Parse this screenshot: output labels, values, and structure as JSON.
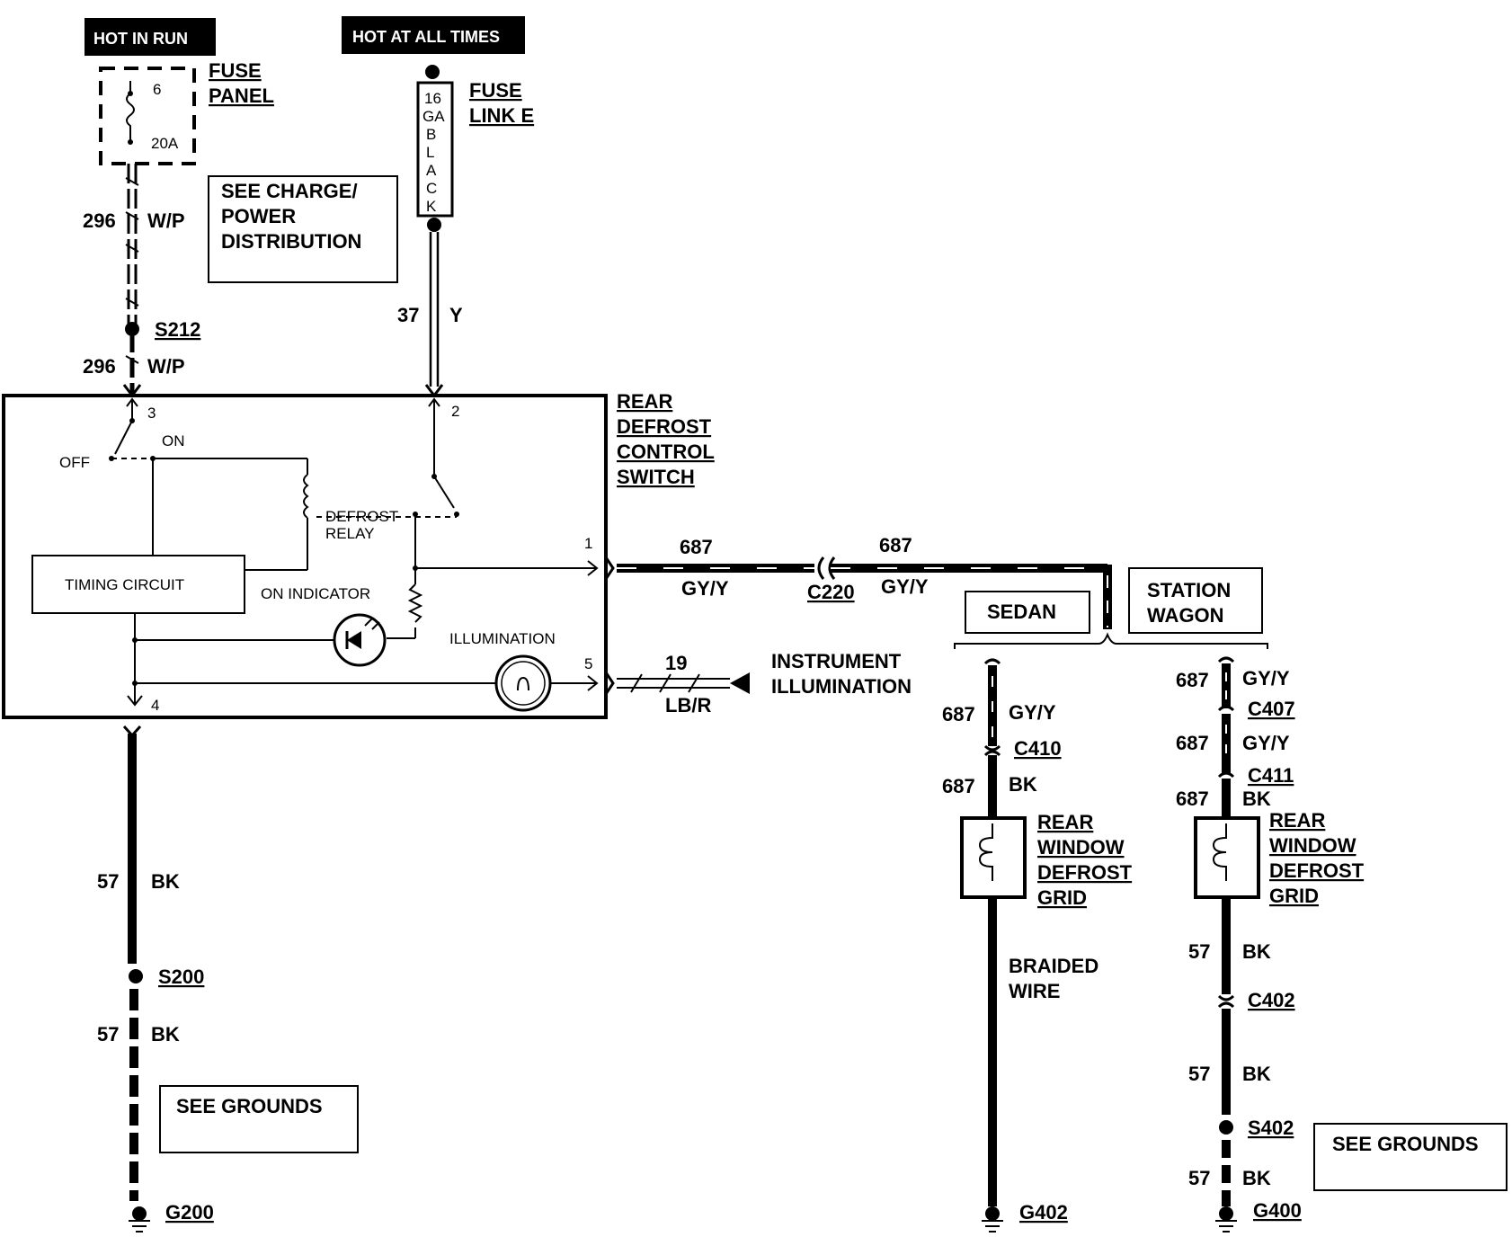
{
  "power": {
    "hot_in_run": "HOT IN RUN",
    "hot_at_all_times": "HOT AT ALL TIMES"
  },
  "fuse_panel": {
    "label_1": "FUSE",
    "label_2": "PANEL",
    "fuse_number": "6",
    "rating": "20A"
  },
  "fuse_link": {
    "label_1": "FUSE",
    "label_2": "LINK E",
    "gauge_chars": [
      "16",
      "GA",
      "B",
      "L",
      "A",
      "C",
      "K"
    ]
  },
  "see_charge": {
    "line_1": "SEE CHARGE/",
    "line_2": "POWER",
    "line_3": "DISTRIBUTION"
  },
  "circuits": {
    "c296_upper": {
      "number": "296",
      "color": "W/P"
    },
    "s212": "S212",
    "c296_lower": {
      "number": "296",
      "color": "W/P"
    },
    "c37": {
      "number": "37",
      "color": "Y"
    },
    "c687_left": {
      "number": "687",
      "color": "GY/Y"
    },
    "c220": "C220",
    "c687_right": {
      "number": "687",
      "color": "GY/Y"
    },
    "c19": {
      "number": "19",
      "color": "LB/R"
    },
    "c57_upper": {
      "number": "57",
      "color": "BK"
    },
    "s200": "S200",
    "c57_lower": {
      "number": "57",
      "color": "BK"
    },
    "g200": "G200"
  },
  "switch": {
    "title": [
      "REAR",
      "DEFROST",
      "CONTROL",
      "SWITCH"
    ],
    "pin_1": "1",
    "pin_2": "2",
    "pin_3": "3",
    "pin_4": "4",
    "pin_5": "5",
    "off": "OFF",
    "on": "ON",
    "relay": [
      "DEFROST",
      "RELAY"
    ],
    "timing_circuit": "TIMING CIRCUIT",
    "on_indicator": "ON INDICATOR",
    "illumination": "ILLUMINATION"
  },
  "instrument_illumination": [
    "INSTRUMENT",
    "ILLUMINATION"
  ],
  "see_grounds_left": "SEE GROUNDS",
  "sedan": {
    "label": "SEDAN",
    "wire_1": {
      "number": "687",
      "color": "GY/Y"
    },
    "connector": "C410",
    "wire_2": {
      "number": "687",
      "color": "BK"
    },
    "grid": [
      "REAR",
      "WINDOW",
      "DEFROST",
      "GRID"
    ],
    "braided": [
      "BRAIDED",
      "WIRE"
    ],
    "ground": "G402"
  },
  "wagon": {
    "label_1": "STATION",
    "label_2": "WAGON",
    "wire_1": {
      "number": "687",
      "color": "GY/Y"
    },
    "connector_1": "C407",
    "wire_2": {
      "number": "687",
      "color": "GY/Y"
    },
    "connector_2": "C411",
    "wire_3": {
      "number": "687",
      "color": "BK"
    },
    "grid": [
      "REAR",
      "WINDOW",
      "DEFROST",
      "GRID"
    ],
    "wire_4": {
      "number": "57",
      "color": "BK"
    },
    "connector_3": "C402",
    "wire_5": {
      "number": "57",
      "color": "BK"
    },
    "splice": "S402",
    "wire_6": {
      "number": "57",
      "color": "BK"
    },
    "ground": "G400"
  },
  "see_grounds_right": "SEE GROUNDS"
}
